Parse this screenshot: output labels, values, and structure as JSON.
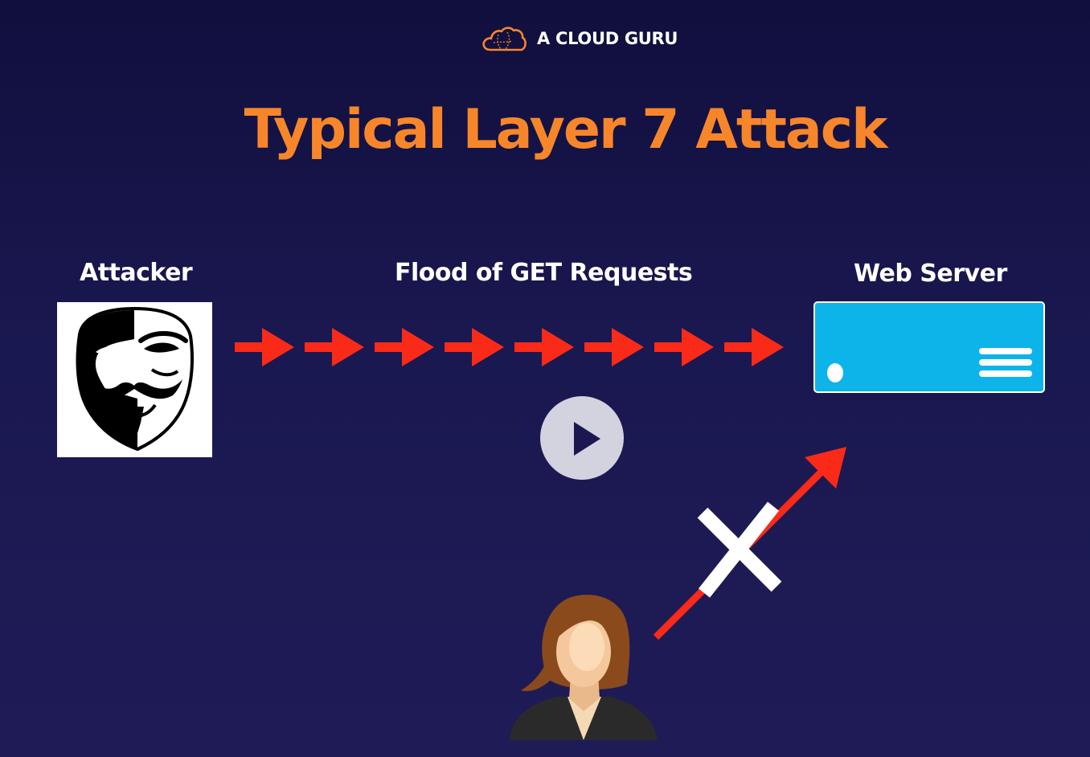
{
  "brand": {
    "name": "A CLOUD GURU",
    "logo_icon": "cloud-logo-icon",
    "logo_color": "#f7862b"
  },
  "title": "Typical Layer 7 Attack",
  "diagram": {
    "attacker_label": "Attacker",
    "flood_label": "Flood of GET Requests",
    "server_label": "Web Server",
    "attacker_icon": "anonymous-mask-icon",
    "server_icon": "server-icon",
    "user_icon": "user-avatar-icon",
    "request_arrow_count": 8,
    "blocked_marker": "x-mark-icon"
  },
  "player": {
    "play_icon": "play-icon"
  },
  "colors": {
    "background": "#1a1850",
    "title": "#f7862b",
    "arrow": "#fa2a18",
    "server": "#0db4ea",
    "text": "#ffffff"
  }
}
